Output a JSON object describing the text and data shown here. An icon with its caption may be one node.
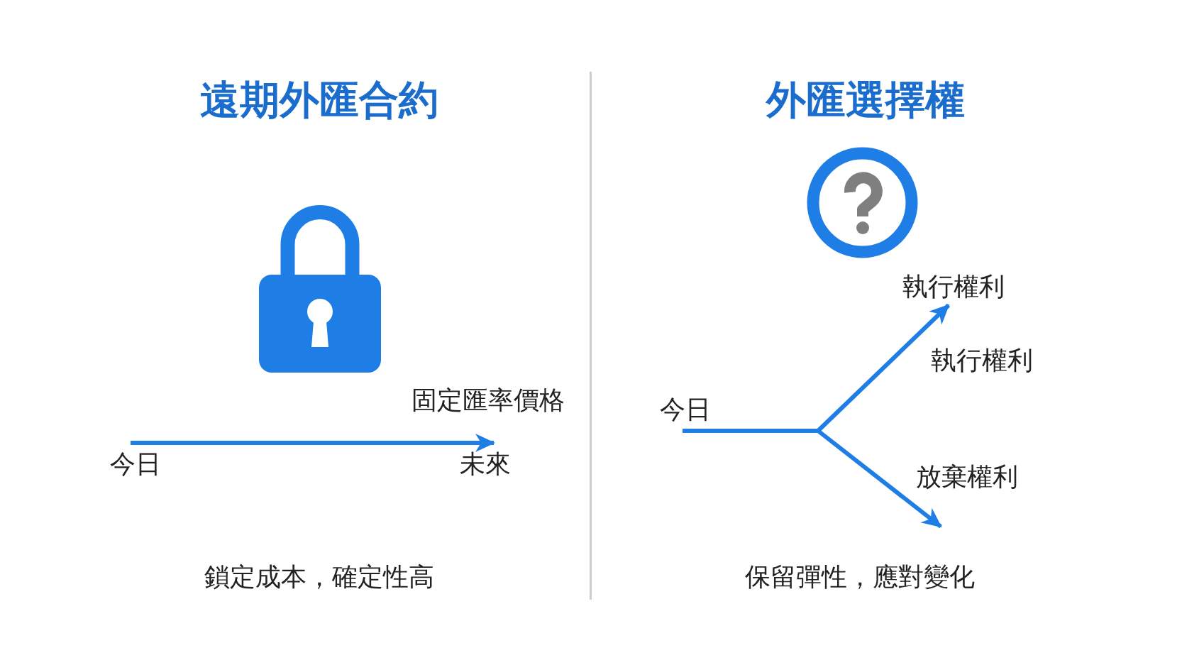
{
  "diagram": {
    "nodes": [
      {
        "text": [
          "今日"
        ]
      },
      {
        "text": [
          "未來"
        ]
      },
      {
        "text": [
          "執行權利"
        ]
      },
      {
        "text": [
          "今日"
        ]
      }
    ],
    "edges": [
      {
        "from": 0,
        "to": 1,
        "arrow": "to",
        "label": "固定匯率價格"
      },
      {
        "from": 3,
        "to": 2,
        "arrow": "to",
        "label": "執行權利"
      },
      {
        "from": 3,
        "to": null,
        "arrow": "to",
        "label": "放棄權利"
      }
    ],
    "labels": [
      "遠期外匯合約",
      "外匯選擇權",
      "鎖定成本，確定性高",
      "保留彈性，應對變化"
    ]
  }
}
